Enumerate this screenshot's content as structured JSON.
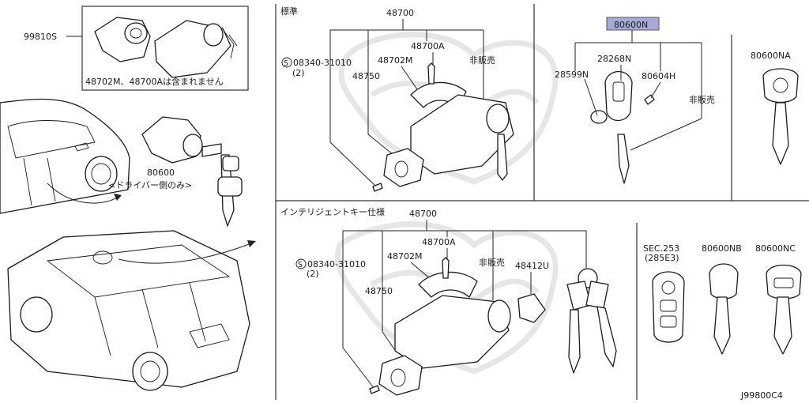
{
  "callouts": {
    "p99810s": "99810S",
    "p80600_driver": "80600",
    "driver_only_note": "<ドライバー側のみ>",
    "not_included_note": "48702M、48700Aは含まれません",
    "std_title": "標準",
    "std_48700": "48700",
    "std_48700a": "48700A",
    "std_48702m": "48702M",
    "std_bolt": "08340-31010",
    "std_bolt_qty": "(2)",
    "std_48750": "48750",
    "std_not_sold": "非販売",
    "key_80600n": "80600N",
    "key_28268n": "28268N",
    "key_28599n": "28599N",
    "key_80604h": "80604H",
    "key_not_sold": "非販売",
    "key_80600na": "80600NA",
    "ik_title": "インテリジェントキー仕様",
    "ik_48700": "48700",
    "ik_48700a": "48700A",
    "ik_48702m": "48702M",
    "ik_bolt": "08340-31010",
    "ik_bolt_qty": "(2)",
    "ik_48750": "48750",
    "ik_not_sold": "非販売",
    "ik_48412u": "48412U",
    "sec_253": "SEC.253",
    "sec_285e3": "(285E3)",
    "key_80600nb": "80600NB",
    "key_80600nc": "80600NC",
    "diagram_id": "J99800C4",
    "s_symbol": "S"
  },
  "colors": {
    "highlight_box": "#a7a9d6",
    "line": "#222222",
    "watermark": "#e6e6e6"
  }
}
